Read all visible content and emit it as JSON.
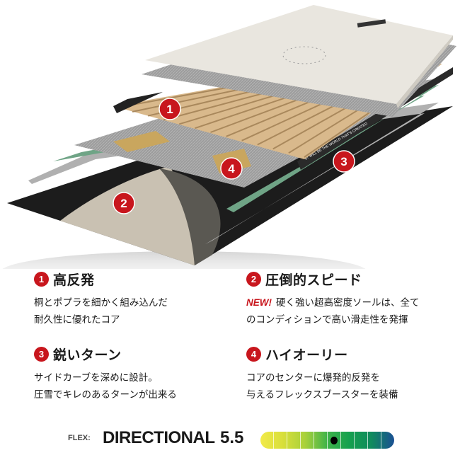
{
  "illustration": {
    "callouts": [
      "1",
      "2",
      "3",
      "4"
    ],
    "sidewall_text": "67 WILL BE THE WORLD THAT'S CREATED",
    "colors": {
      "accent": "#c8161d",
      "topsheet": "#e9e6df",
      "wood": "#d9b98c",
      "base": "#1c1c1c",
      "fiberglass": "#9a9a9a",
      "green": "#6fa486"
    }
  },
  "features": [
    {
      "number": "1",
      "title": "高反発",
      "lines": [
        "桐とポプラを細かく組み込んだ",
        "耐久性に優れたコア"
      ]
    },
    {
      "number": "2",
      "title": "圧倒的スピード",
      "badge": "NEW!",
      "lines": [
        "硬く強い超高密度ソールは、全て",
        "のコンディションで高い滑走性を発揮"
      ]
    },
    {
      "number": "3",
      "title": "鋭いターン",
      "lines": [
        "サイドカーブを深めに設計。",
        "圧雪でキレのあるターンが出来る"
      ]
    },
    {
      "number": "4",
      "title": "ハイオーリー",
      "lines": [
        "コアのセンターに爆発的反発を",
        "与えるフレックスブースターを装備"
      ]
    }
  ],
  "flex": {
    "label": "FLEX:",
    "type": "DIRECTIONAL",
    "value": "5.5",
    "rating": 5.5,
    "scale_max": 10,
    "gradient": [
      "#f2ea4a",
      "#d8df3a",
      "#a9d13a",
      "#3fb34a",
      "#14a04e",
      "#0f8a5e",
      "#1a4f94"
    ]
  }
}
